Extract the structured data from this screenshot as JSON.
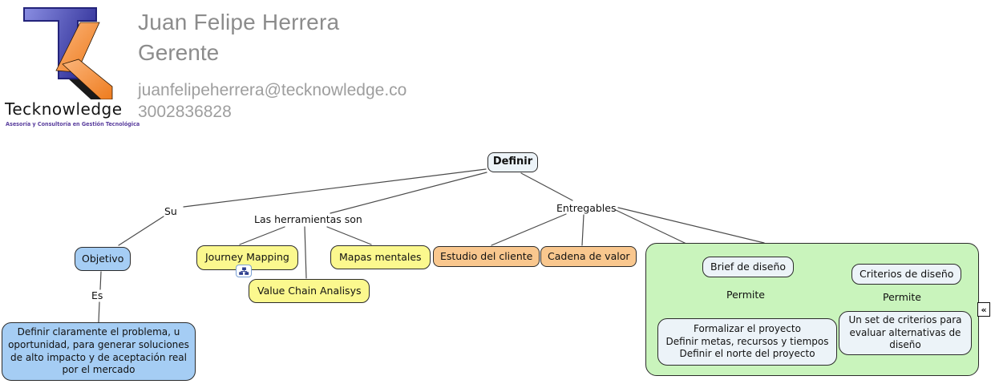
{
  "business_card": {
    "name": "Juan Felipe Herrera",
    "role": "Gerente",
    "email": "juanfelipeherrera@tecknowledge.co",
    "phone": "3002836828",
    "logo": {
      "brand": "Tecknowledge",
      "tagline": "Asesoría y Consultoría en Gestión Tecnológica",
      "t_color": "#3b3b9e",
      "k_color": "#f08125"
    }
  },
  "concept_map": {
    "root": "Definir",
    "link_phrases": {
      "su": "Su",
      "herramientas": "Las herramientas son",
      "entregables": "Entregables",
      "es": "Es",
      "permite_brief": "Permite",
      "permite_criterios": "Permite"
    },
    "nodes": {
      "objetivo": "Objetivo",
      "objetivo_detalle": "Definir claramente el problema, u oportunidad, para generar soluciones de alto impacto y de aceptación real por el mercado",
      "journey_mapping": "Journey Mapping",
      "value_chain": "Value Chain Analisys",
      "mapas_mentales": "Mapas mentales",
      "estudio_cliente": "Estudio del cliente",
      "cadena_valor": "Cadena de valor",
      "brief_diseno": "Brief de diseño",
      "criterios_diseno": "Criterios de diseño",
      "brief_detalle": "Formalizar el proyecto\nDefinir metas, recursos y tiempos\nDefinir el norte del proyecto",
      "criterios_detalle": "Un set de criterios para evaluar alternativas de diseño"
    },
    "edges": [
      {
        "from": "root",
        "phrase": "su",
        "to": [
          "objetivo"
        ]
      },
      {
        "from": "root",
        "phrase": "herramientas",
        "to": [
          "journey_mapping",
          "value_chain",
          "mapas_mentales"
        ]
      },
      {
        "from": "root",
        "phrase": "entregables",
        "to": [
          "estudio_cliente",
          "cadena_valor",
          "brief_diseno",
          "criterios_diseno"
        ]
      },
      {
        "from": "objetivo",
        "phrase": "es",
        "to": [
          "objetivo_detalle"
        ]
      },
      {
        "from": "brief_diseno",
        "phrase": "permite_brief",
        "to": [
          "brief_detalle"
        ]
      },
      {
        "from": "criterios_diseno",
        "phrase": "permite_criterios",
        "to": [
          "criterios_detalle"
        ]
      }
    ],
    "collapse_control": "«",
    "icons": {
      "journey_mapping_attachment": "org-chart-icon"
    },
    "colors": {
      "blue_node": "#a5cdf4",
      "yellow_node": "#fbf88e",
      "orange_node": "#f9c78e",
      "green_panel": "#c9f4bc",
      "light_node": "#ecf3f8",
      "connector": "#4b4b4b"
    }
  }
}
